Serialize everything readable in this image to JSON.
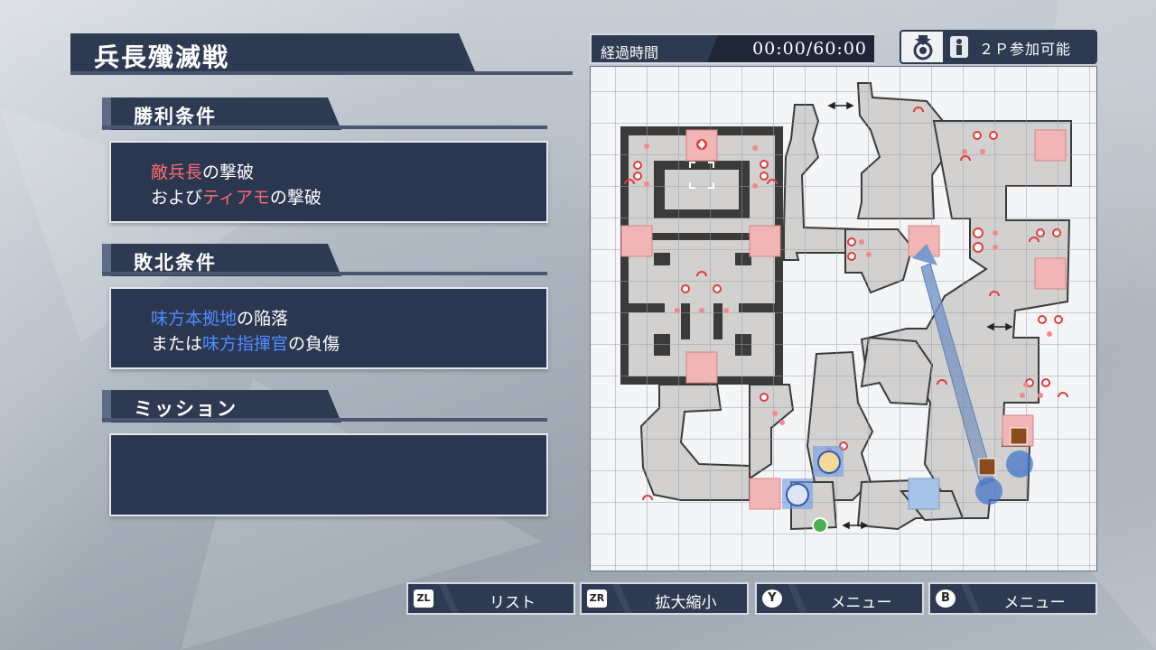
{
  "title": "兵長殲滅戦",
  "victory": {
    "header": "勝利条件",
    "line1": [
      {
        "text": "敵兵長",
        "color": "red"
      },
      {
        "text": "の撃破",
        "color": "white"
      }
    ],
    "line2": [
      {
        "text": "および",
        "color": "white"
      },
      {
        "text": "ティアモ",
        "color": "red"
      },
      {
        "text": "の撃破",
        "color": "white"
      }
    ]
  },
  "defeat": {
    "header": "敗北条件",
    "line1": [
      {
        "text": "味方本拠地",
        "color": "blue"
      },
      {
        "text": "の陥落",
        "color": "white"
      }
    ],
    "line2": [
      {
        "text": "または",
        "color": "white"
      },
      {
        "text": "味方指揮官",
        "color": "blue"
      },
      {
        "text": "の負傷",
        "color": "white"
      }
    ]
  },
  "mission": {
    "header": "ミッション"
  },
  "timer": {
    "label": "経過時間",
    "value": "00:00/60:00"
  },
  "player2": {
    "label": "２Ｐ参加可能"
  },
  "buttons": [
    {
      "key": "ZL",
      "label": "リスト"
    },
    {
      "key": "ZR",
      "label": "拡大縮小"
    },
    {
      "key": "Y",
      "label": "メニュー"
    },
    {
      "key": "B",
      "label": "メニュー"
    }
  ],
  "colors": {
    "panel": "#2e3a52",
    "enemy": "#ff6b6b",
    "ally": "#4f8cff",
    "map_floor": "#d2d0cf",
    "map_wall": "#3b3b3b",
    "enemy_base": "#f0b3b3",
    "ally_base": "#a8c4e8"
  }
}
